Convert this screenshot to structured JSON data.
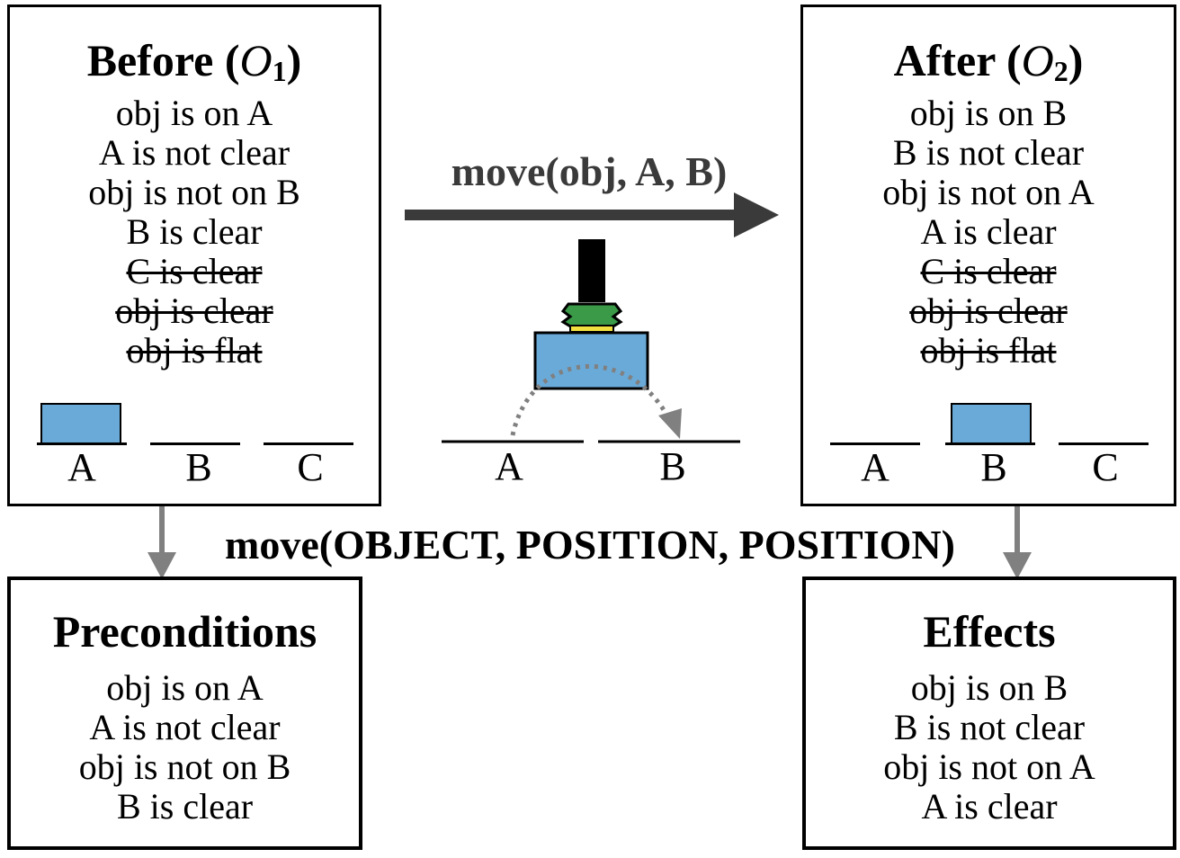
{
  "before": {
    "title": "Before (",
    "o_label": "O",
    "o_sub": "1",
    "title_end": ")",
    "facts": [
      {
        "text": "obj is on A",
        "struck": false
      },
      {
        "text": "A is not clear",
        "struck": false
      },
      {
        "text": "obj is not on B",
        "struck": false
      },
      {
        "text": "B is clear",
        "struck": false
      },
      {
        "text": "C is clear",
        "struck": true
      },
      {
        "text": "obj is clear",
        "struck": true
      },
      {
        "text": "obj is flat",
        "struck": true
      }
    ],
    "positions": [
      "A",
      "B",
      "C"
    ]
  },
  "after": {
    "title": "After (",
    "o_label": "O",
    "o_sub": "2",
    "title_end": ")",
    "facts": [
      {
        "text": "obj is on B",
        "struck": false
      },
      {
        "text": "B is not clear",
        "struck": false
      },
      {
        "text": "obj is not on A",
        "struck": false
      },
      {
        "text": "A is clear",
        "struck": false
      },
      {
        "text": "C is clear",
        "struck": true
      },
      {
        "text": "obj is clear",
        "struck": true
      },
      {
        "text": "obj is flat",
        "struck": true
      }
    ],
    "positions": [
      "A",
      "B",
      "C"
    ]
  },
  "action_label": "move(obj, A, B)",
  "middle_positions": [
    "A",
    "B"
  ],
  "schema_label": "move(OBJECT, POSITION, POSITION)",
  "preconditions": {
    "title": "Preconditions",
    "facts": [
      "obj is on A",
      "A is not clear",
      "obj is not on B",
      "B is clear"
    ]
  },
  "effects": {
    "title": "Effects",
    "facts": [
      "obj is on B",
      "B is not clear",
      "obj is not on A",
      "A is clear"
    ]
  },
  "colors": {
    "block": "#6aaad8",
    "arrow_dark": "#3a3a3a",
    "arrow_gray": "#808080",
    "gripper_green": "#3a9a48",
    "gripper_yellow": "#f2e040"
  }
}
